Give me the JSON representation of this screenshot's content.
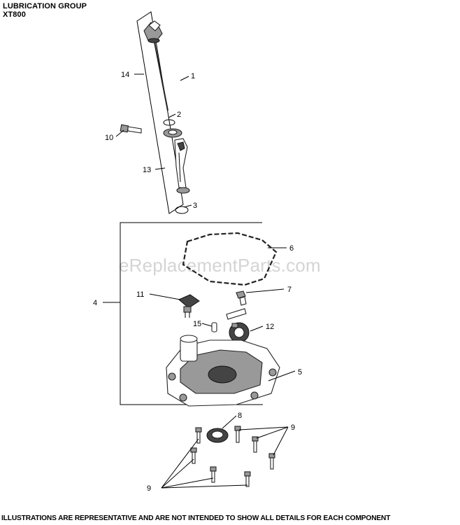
{
  "header": {
    "title": "LUBRICATION GROUP",
    "model": "XT800"
  },
  "watermark": "eReplacementParts.com",
  "footer": "ILLUSTRATIONS ARE REPRESENTATIVE AND ARE NOT INTENDED TO SHOW ALL DETAILS FOR EACH COMPONENT",
  "callouts": {
    "c1": "1",
    "c2": "2",
    "c3": "3",
    "c4": "4",
    "c5": "5",
    "c6": "6",
    "c7": "7",
    "c8": "8",
    "c9a": "9",
    "c9b": "9",
    "c10": "10",
    "c11": "11",
    "c12": "12",
    "c13": "13",
    "c14": "14",
    "c15": "15"
  }
}
